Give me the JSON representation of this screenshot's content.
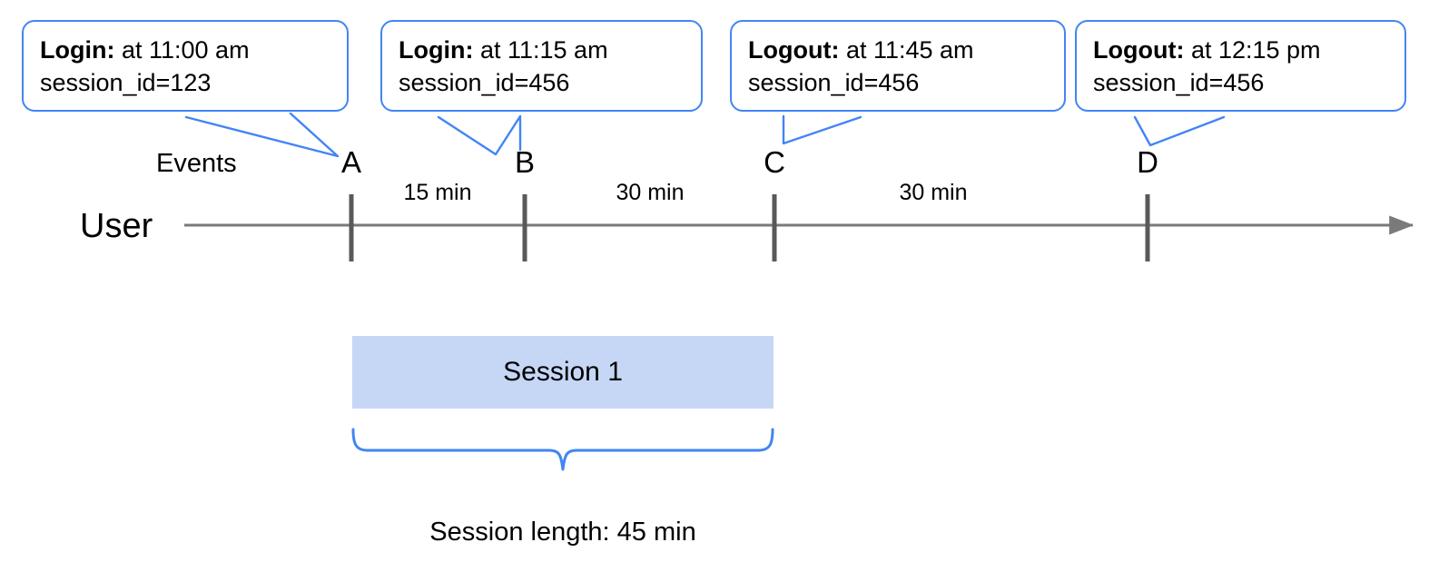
{
  "diagram": {
    "title_hidden": "",
    "accent_blue": "#4285f4",
    "session_fill": "#c5d7f5",
    "axis_color": "#7a7a7a",
    "tick_color": "#595959",
    "row_labels": {
      "events": "Events",
      "user": "User"
    },
    "callouts": [
      {
        "id": "A",
        "event_label": "Login:",
        "time_text": " at 11:00 am",
        "session_line": "session_id=123"
      },
      {
        "id": "B",
        "event_label": "Login:",
        "time_text": " at 11:15 am",
        "session_line": "session_id=456"
      },
      {
        "id": "C",
        "event_label": "Logout:",
        "time_text": " at 11:45 am",
        "session_line": "session_id=456"
      },
      {
        "id": "D",
        "event_label": "Logout:",
        "time_text": " at 12:15 pm",
        "session_line": "session_id=456"
      }
    ],
    "events": [
      {
        "letter": "A"
      },
      {
        "letter": "B"
      },
      {
        "letter": "C"
      },
      {
        "letter": "D"
      }
    ],
    "gaps": [
      {
        "label": "15 min"
      },
      {
        "label": "30 min"
      },
      {
        "label": "30 min"
      }
    ],
    "session": {
      "bar_label": "Session 1",
      "caption": "Session length: 45 min"
    }
  },
  "chart_data": {
    "type": "timeline",
    "title": "",
    "xlabel": "",
    "ylabel": "",
    "lane": "User",
    "events": [
      {
        "letter": "A",
        "type": "Login",
        "time": "11:00 am",
        "session_id": "123",
        "minutes_from_start": 0
      },
      {
        "letter": "B",
        "type": "Login",
        "time": "11:15 am",
        "session_id": "456",
        "minutes_from_start": 15
      },
      {
        "letter": "C",
        "type": "Logout",
        "time": "11:45 am",
        "session_id": "456",
        "minutes_from_start": 45
      },
      {
        "letter": "D",
        "type": "Logout",
        "time": "12:15 pm",
        "session_id": "456",
        "minutes_from_start": 75
      }
    ],
    "intervals": [
      {
        "from": "A",
        "to": "B",
        "label": "15 min",
        "minutes": 15
      },
      {
        "from": "B",
        "to": "C",
        "label": "30 min",
        "minutes": 30
      },
      {
        "from": "C",
        "to": "D",
        "label": "30 min",
        "minutes": 30
      }
    ],
    "spans": [
      {
        "name": "Session 1",
        "from": "A",
        "to": "C",
        "length_label": "Session length: 45 min",
        "minutes": 45
      }
    ]
  }
}
